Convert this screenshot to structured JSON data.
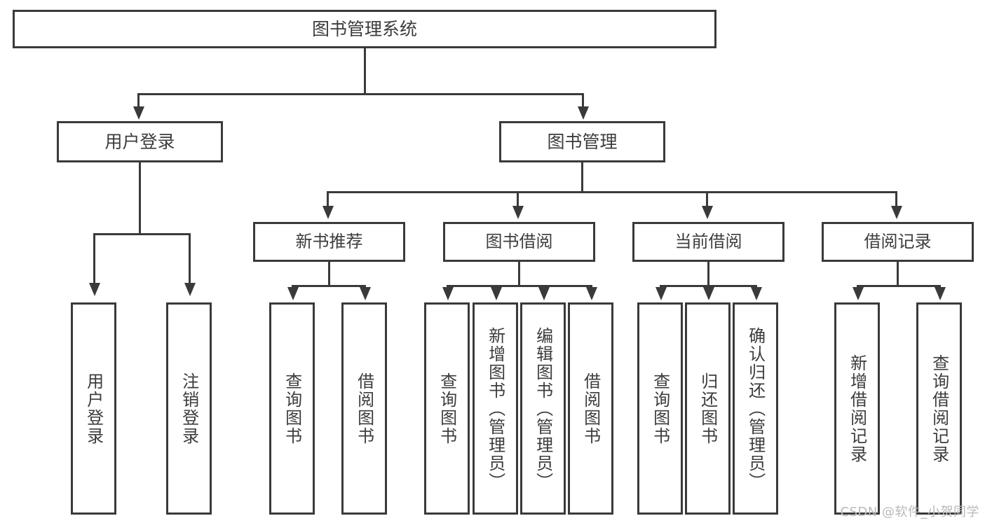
{
  "diagram": {
    "title": "图书管理系统",
    "type": "tree",
    "background": "#ffffff",
    "line_color": "#3a3a3a",
    "text_color": "#3c3c3c",
    "root": {
      "label": "图书管理系统"
    },
    "level2": [
      {
        "label": "用户登录"
      },
      {
        "label": "图书管理"
      }
    ],
    "level3": [
      {
        "label": "新书推荐"
      },
      {
        "label": "图书借阅"
      },
      {
        "label": "当前借阅"
      },
      {
        "label": "借阅记录"
      }
    ],
    "leaves": {
      "user_login": [
        {
          "label": "用户登录"
        },
        {
          "label": "注销登录"
        }
      ],
      "new_book": [
        {
          "label": "查询图书"
        },
        {
          "label": "借阅图书"
        }
      ],
      "book_borrow": [
        {
          "label": "查询图书"
        },
        {
          "label": "新增图书（管理员）"
        },
        {
          "label": "编辑图书（管理员）"
        },
        {
          "label": "借阅图书"
        }
      ],
      "current_borrow": [
        {
          "label": "查询图书"
        },
        {
          "label": "归还图书"
        },
        {
          "label": "确认归还（管理员）"
        }
      ],
      "borrow_record": [
        {
          "label": "新增借阅记录"
        },
        {
          "label": "查询借阅记录"
        }
      ]
    }
  },
  "watermark": {
    "text": "CSDN @软件_小贺同学"
  }
}
